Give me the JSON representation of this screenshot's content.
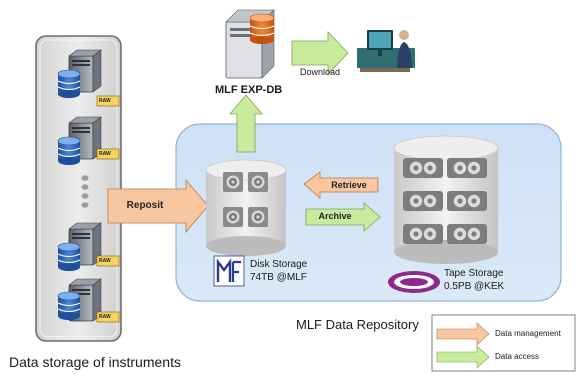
{
  "instruments": {
    "caption": "Data storage of instruments",
    "raw_label": "RAW"
  },
  "expdb": {
    "label": "MLF EXP-DB"
  },
  "download": {
    "label": "Download"
  },
  "flows": {
    "reposit": "Reposit",
    "retrieve": "Retrieve",
    "archive": "Archive"
  },
  "disk": {
    "line1": "Disk Storage",
    "line2": "74TB @MLF"
  },
  "tape": {
    "line1": "Tape Storage",
    "line2": "0.5PB @KEK"
  },
  "repository": {
    "label": "MLF Data Repository"
  },
  "legend": {
    "management": "Data management",
    "access": "Data access"
  },
  "colors": {
    "management_arrow": "#f6c49c",
    "access_arrow": "#c8ec9c",
    "repository_fill": "#d6e6f6",
    "instrument_panel": "#e3e3e3"
  }
}
